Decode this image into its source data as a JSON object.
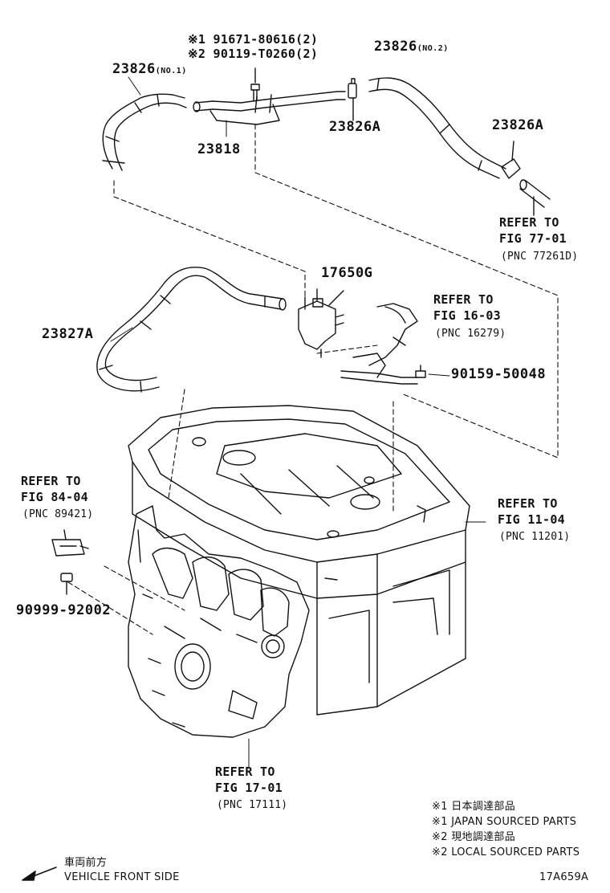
{
  "callouts": {
    "p23826_no1": {
      "num": "23826",
      "tag": "(NO.1)"
    },
    "p23826_no2": {
      "num": "23826",
      "tag": "(NO.2)"
    },
    "bolt_1": "※1 91671-80616(2)",
    "bolt_2": "※2 90119-T0260(2)",
    "p23818": "23818",
    "p23826a_1": "23826A",
    "p23826a_2": "23826A",
    "p17650g": "17650G",
    "p23827a": "23827A",
    "p90159": "90159-50048",
    "p90999": "90999-92002"
  },
  "references": {
    "fig77": {
      "line1": "REFER TO",
      "line2": "FIG 77-01",
      "line3": "(PNC 77261D)"
    },
    "fig16": {
      "line1": "REFER TO",
      "line2": "FIG 16-03",
      "line3": "(PNC 16279)"
    },
    "fig84": {
      "line1": "REFER TO",
      "line2": "FIG 84-04",
      "line3": "(PNC 89421)"
    },
    "fig11": {
      "line1": "REFER TO",
      "line2": "FIG 11-04",
      "line3": "(PNC 11201)"
    },
    "fig17": {
      "line1": "REFER TO",
      "line2": "FIG 17-01",
      "line3": "(PNC 17111)"
    }
  },
  "legend": {
    "n1_jp": "※1 日本調達部品",
    "n1_en": "※1 JAPAN SOURCED PARTS",
    "n2_jp": "※2 現地調達部品",
    "n2_en": "※2 LOCAL SOURCED PARTS"
  },
  "direction": {
    "jp": "車両前方",
    "en": "VEHICLE FRONT SIDE",
    "icon": "arrow-left-down-icon"
  },
  "figure_code": "17A659A"
}
